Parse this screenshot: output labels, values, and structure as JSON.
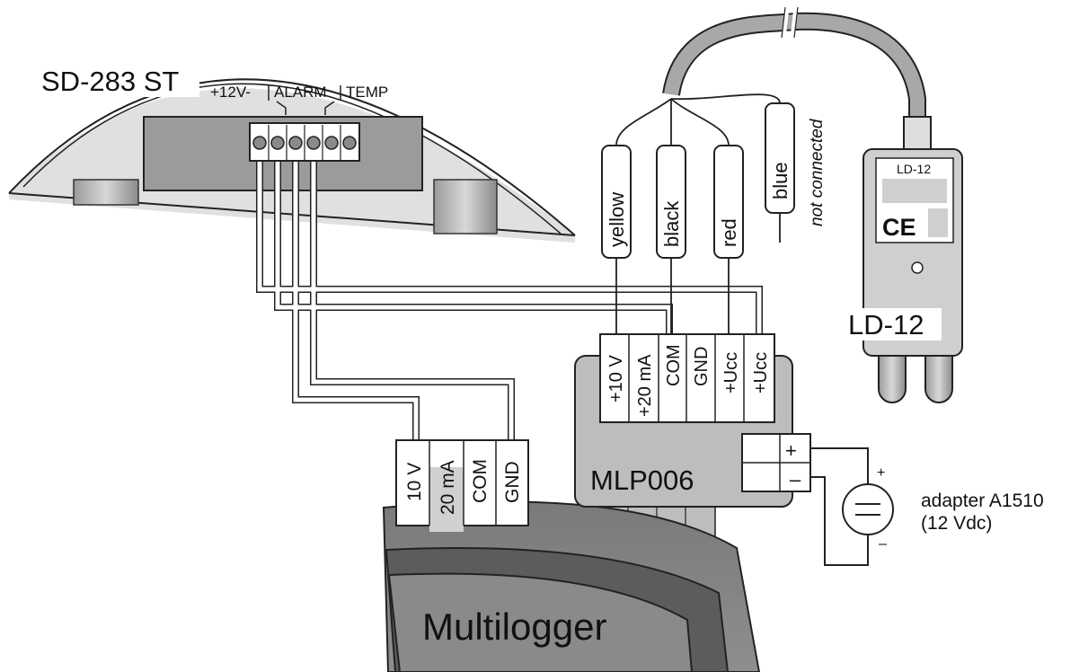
{
  "detector": {
    "title": "SD-283 ST",
    "terminal_groups": [
      "+12V-",
      "ALARM",
      "TEMP"
    ]
  },
  "cable_wires": [
    {
      "label": "yellow"
    },
    {
      "label": "black"
    },
    {
      "label": "red"
    },
    {
      "label": "blue",
      "note": "not connected"
    }
  ],
  "sensor": {
    "name": "LD-12",
    "plate_label": "LD-12",
    "ce_mark": "CE"
  },
  "module": {
    "name": "MLP006",
    "terminals": [
      "+10 V",
      "+20 mA",
      "COM",
      "GND",
      "+Ucc",
      "+Ucc"
    ],
    "power_terminals": [
      "+",
      "–"
    ]
  },
  "logger": {
    "name": "Multilogger",
    "terminals": [
      "10 V",
      "20 mA",
      "COM",
      "GND"
    ]
  },
  "adapter": {
    "name": "adapter A1510",
    "spec": "(12 Vdc)",
    "plus": "+",
    "minus": "–",
    "symbol_icon": "dc-source-icon"
  }
}
